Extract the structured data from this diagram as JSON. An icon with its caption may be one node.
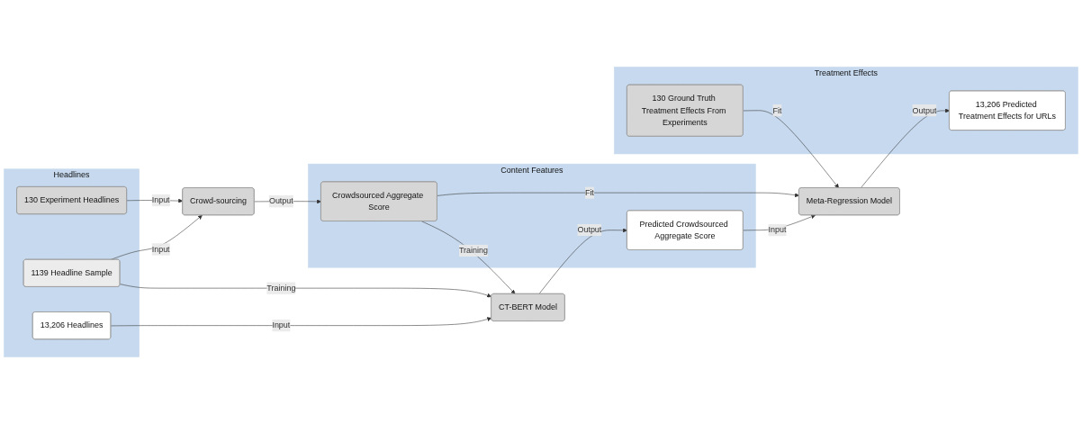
{
  "diagram": {
    "nodes": [
      {
        "text": [
          "Headlines"
        ]
      },
      {
        "text": [
          "130 Experiment Headlines"
        ],
        "in": 0
      },
      {
        "text": [
          "1139 Headline Sample"
        ],
        "in": 0
      },
      {
        "text": [
          "13,206 Headlines"
        ],
        "in": 0
      },
      {
        "text": [
          "Crowd-sourcing"
        ]
      },
      {
        "text": [
          "CT-BERT Model"
        ]
      },
      {
        "text": [
          "Content Features"
        ]
      },
      {
        "text": [
          "Crowdsourced Aggregate Score"
        ],
        "in": 6
      },
      {
        "text": [
          "Predicted Crowdsourced Aggregate Score"
        ],
        "in": 6
      },
      {
        "text": [
          "Meta-Regression Model"
        ]
      },
      {
        "text": [
          "Treatment Effects"
        ]
      },
      {
        "text": [
          "130 Ground Truth Treatment Effects From Experiments"
        ],
        "in": 10
      },
      {
        "text": [
          "13,206 Predicted Treatment Effects for URLs"
        ],
        "in": 10
      }
    ],
    "edges": [
      {
        "from": 1,
        "to": 4,
        "arrow": "to",
        "label": "Input"
      },
      {
        "from": 2,
        "to": 4,
        "arrow": "to",
        "label": "Input"
      },
      {
        "from": 2,
        "to": 5,
        "arrow": "to",
        "label": "Training"
      },
      {
        "from": 3,
        "to": 5,
        "arrow": "to",
        "label": "Input"
      },
      {
        "from": 4,
        "to": 7,
        "arrow": "to",
        "label": "Output"
      },
      {
        "from": 7,
        "to": 5,
        "arrow": "to",
        "label": "Training"
      },
      {
        "from": 5,
        "to": 8,
        "arrow": "to",
        "label": "Output"
      },
      {
        "from": 7,
        "to": 9,
        "arrow": "to",
        "label": "Fit"
      },
      {
        "from": 11,
        "to": 9,
        "arrow": "to",
        "label": "Fit"
      },
      {
        "from": 8,
        "to": 9,
        "arrow": "to",
        "label": "Input"
      },
      {
        "from": 9,
        "to": 12,
        "arrow": "to",
        "label": "Output"
      }
    ]
  }
}
